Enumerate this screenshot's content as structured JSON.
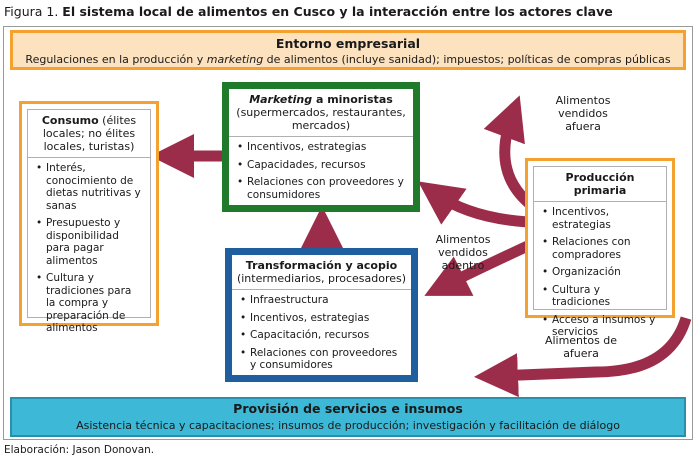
{
  "caption": {
    "prefix": "Figura 1.",
    "title": "El sistema local de alimentos en Cusco y la interacción entre los actores clave"
  },
  "credit": "Elaboración: Jason Donovan.",
  "entorno": {
    "title": "Entorno empresarial",
    "subtitle_a": "Regulaciones en la producción y ",
    "subtitle_italic": "marketing",
    "subtitle_b": " de alimentos (incluye sanidad); impuestos; políticas de compras públicas"
  },
  "provision": {
    "title": "Provisión de servicios e insumos",
    "subtitle": "Asistencia técnica y capacitaciones; insumos de producción; investigación y facilitación de diálogo"
  },
  "consumo": {
    "title": "Consumo",
    "title_rest": " (élites locales; no élites locales, turistas)",
    "items": [
      "Interés, conocimiento de dietas nutritivas y sanas",
      "Presupuesto y disponibilidad para pagar alimentos",
      "Cultura y tradiciones para la compra y preparación de alimentos"
    ]
  },
  "marketing": {
    "title_italic": "Marketing",
    "title_rest": " a minoristas",
    "subtitle": "(supermercados, restaurantes, mercados)",
    "items": [
      "Incentivos, estrategias",
      "Capacidades, recursos",
      "Relaciones con proveedores y consumidores"
    ]
  },
  "transformacion": {
    "title": "Transformación y acopio",
    "subtitle": "(intermediarios, procesadores)",
    "items": [
      "Infraestructura",
      "Incentivos, estrategias",
      "Capacitación, recursos",
      "Relaciones con proveedores y consumidores"
    ]
  },
  "produccion": {
    "title": "Producción primaria",
    "items": [
      "Incentivos, estrategias",
      "Relaciones con compradores",
      "Organización",
      "Cultura y tradiciones",
      "Acceso a insumos y servicios"
    ]
  },
  "flows": {
    "vendidos_afuera": "Alimentos vendidos afuera",
    "vendidos_adentro": "Alimentos vendidos adentro",
    "de_afuera": "Alimentos de afuera"
  },
  "colors": {
    "arrow": "#9b2d4a",
    "orange_border": "#f4a12f",
    "green": "#1f7a2c",
    "blue": "#1f5fa0",
    "cyan": "#3db8d6"
  }
}
